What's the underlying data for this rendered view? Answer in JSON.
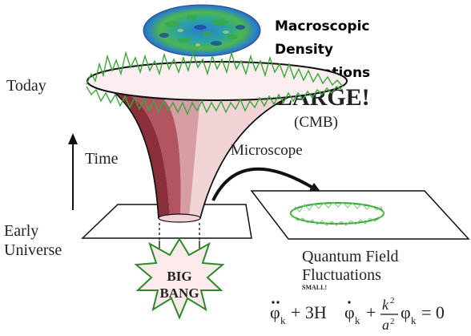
{
  "labels": {
    "macro_line1": "Macroscopic",
    "macro_line2": "Density",
    "macro_line3": "Fluctuations",
    "large": "LARGE!",
    "cmb": "(CMB)",
    "today": "Today",
    "time": "Time",
    "microscope": "Microscope",
    "early_line1": "Early",
    "early_line2": "Universe",
    "qf_line1": "Quantum Field",
    "qf_line2": "Fluctuations",
    "small": "SMALL!",
    "big_line1": "BIG",
    "big_line2": "BANG"
  },
  "equation": {
    "phi": "φ",
    "sub_k": "k",
    "plus_3H": "+ 3H",
    "plus": "+",
    "k2": "k",
    "sup_2": "2",
    "a2": "a",
    "equals_zero": "= 0"
  },
  "colors": {
    "funnel_dark": "#8b2f3a",
    "funnel_mid": "#c98890",
    "funnel_light": "#f2d3d6",
    "wave": "#3aa83a",
    "starburst_fill": "#fdeaea",
    "starburst_stroke": "#2a8a2a",
    "bigbang_text": "#d01818",
    "cmb_bg": "#1b5aa8"
  }
}
